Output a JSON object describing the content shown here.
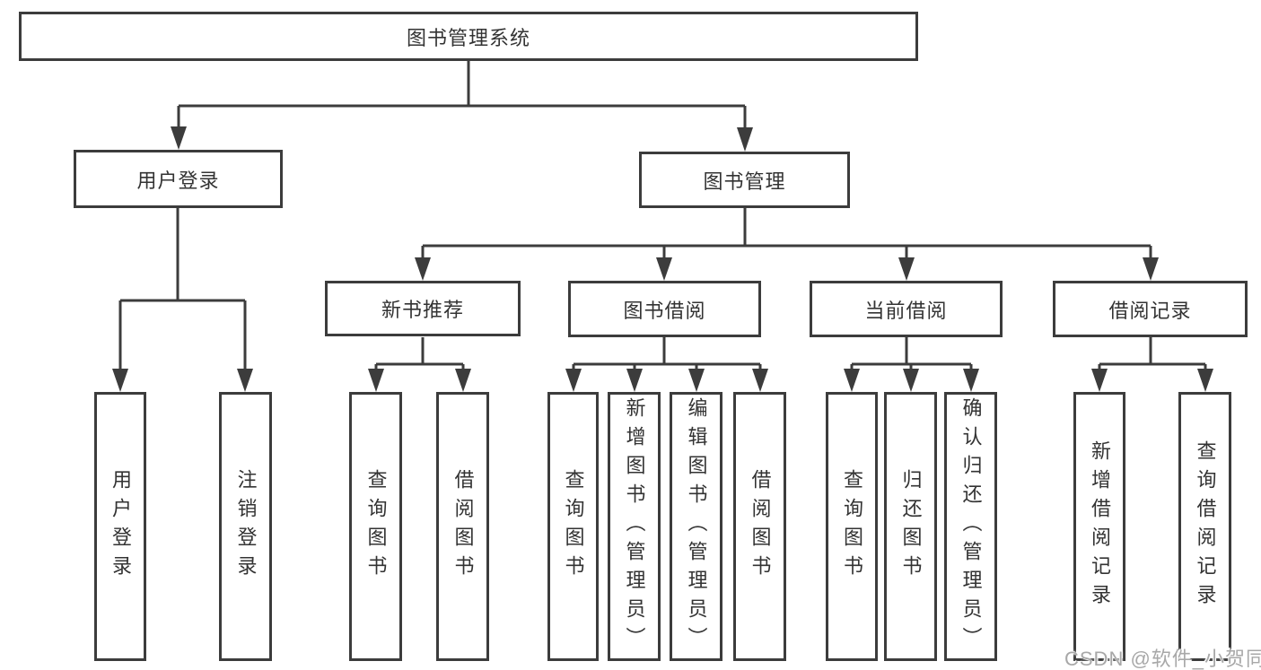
{
  "watermark": "CSDN @软件_小贺同学",
  "colors": {
    "line": "#3c3c3c",
    "box_border": "#3c3c3c",
    "text": "#333333",
    "watermark": "#a8a8a8",
    "background": "#ffffff"
  },
  "tree": {
    "label": "图书管理系统",
    "children": [
      {
        "label": "用户登录",
        "children": [
          {
            "label": "用户登录"
          },
          {
            "label": "注销登录"
          }
        ]
      },
      {
        "label": "图书管理",
        "children": [
          {
            "label": "新书推荐",
            "children": [
              {
                "label": "查询图书"
              },
              {
                "label": "借阅图书"
              }
            ]
          },
          {
            "label": "图书借阅",
            "children": [
              {
                "label": "查询图书"
              },
              {
                "label": "新增图书（管理员）"
              },
              {
                "label": "编辑图书（管理员）"
              },
              {
                "label": "借阅图书"
              }
            ]
          },
          {
            "label": "当前借阅",
            "children": [
              {
                "label": "查询图书"
              },
              {
                "label": "归还图书"
              },
              {
                "label": "确认归还（管理员）"
              }
            ]
          },
          {
            "label": "借阅记录",
            "children": [
              {
                "label": "新增借阅记录"
              },
              {
                "label": "查询借阅记录"
              }
            ]
          }
        ]
      }
    ]
  }
}
